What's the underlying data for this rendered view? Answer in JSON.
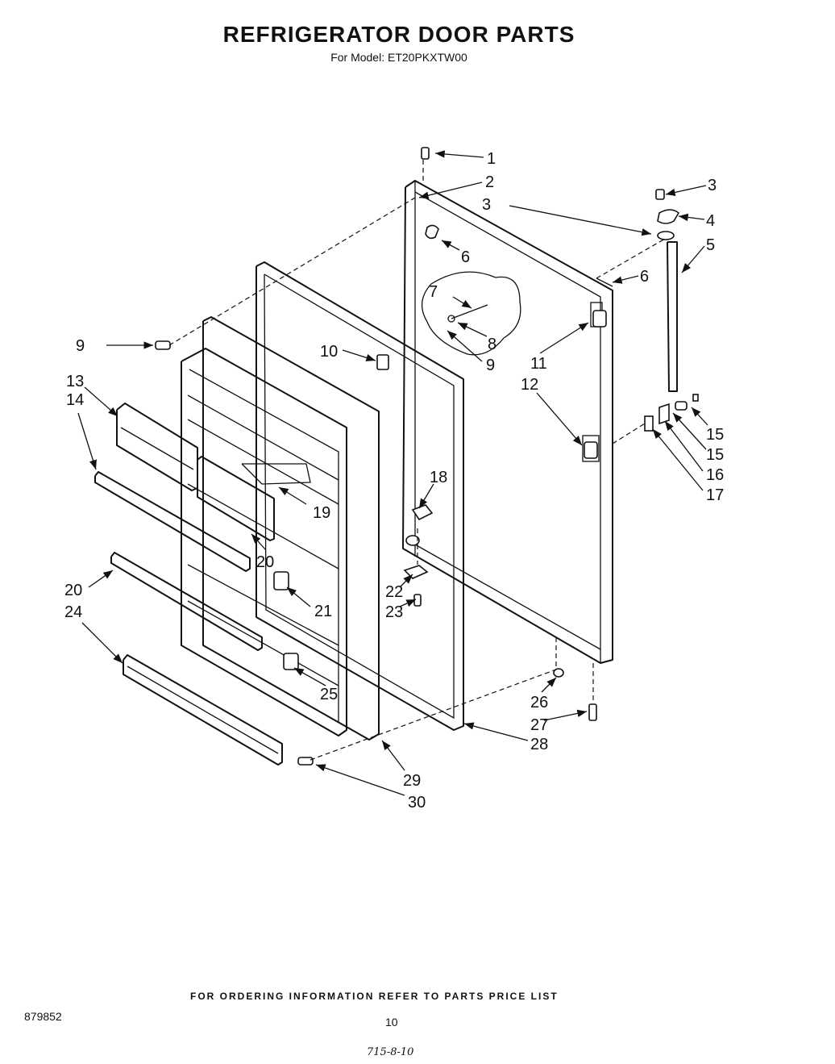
{
  "title": "REFRIGERATOR DOOR PARTS",
  "subtitle": "For Model: ET20PKXTW00",
  "footer": {
    "ordering_note": "FOR ORDERING INFORMATION REFER TO PARTS PRICE LIST",
    "doc_number": "879852",
    "page_number": "10",
    "handwritten": "715-8-10"
  },
  "callouts": [
    "1",
    "2",
    "3",
    "3",
    "4",
    "5",
    "6",
    "6",
    "7",
    "8",
    "9",
    "9",
    "10",
    "11",
    "12",
    "13",
    "14",
    "15",
    "15",
    "16",
    "17",
    "18",
    "19",
    "20",
    "20",
    "21",
    "22",
    "23",
    "24",
    "25",
    "26",
    "27",
    "28",
    "29",
    "30"
  ]
}
